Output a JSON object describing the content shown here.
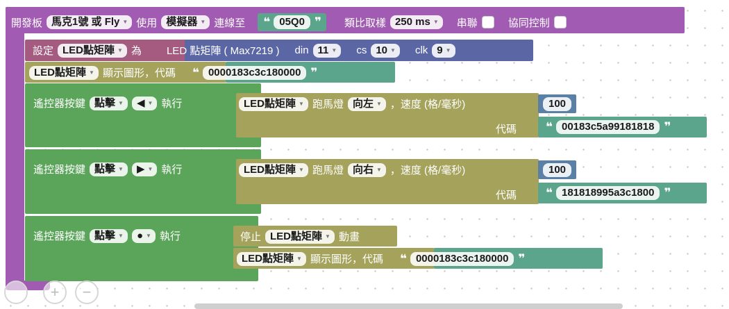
{
  "top": {
    "label_board": "開發板",
    "board": "馬克1號 或 Fly",
    "label_use": "使用",
    "mode": "模擬器",
    "label_connect": "連線至",
    "device_id": "05Q0",
    "label_sampling": "類比取樣",
    "sampling": "250 ms",
    "label_serial": "串聯",
    "label_sync": "協同控制"
  },
  "set_block": {
    "label_set": "設定",
    "var": "LED點矩陣",
    "label_as": "為",
    "constructor": "LED 點矩陣 ( Max7219 )",
    "label_din": "din",
    "din": "11",
    "label_cs": "cs",
    "cs": "10",
    "label_clk": "clk",
    "clk": "9"
  },
  "display_block": {
    "var": "LED點矩陣",
    "label": "顯示圖形，代碼",
    "code": "0000183c3c180000"
  },
  "remote_blocks": [
    {
      "label": "遙控器按鍵",
      "event": "點擊",
      "key": "◀",
      "label_exec": "執行",
      "var": "LED點矩陣",
      "label_marquee": "跑馬燈",
      "direction": "向左",
      "label_speed": "，速度 (格/毫秒)",
      "speed": "100",
      "label_code": "代碼",
      "code": "00183c5a99181818"
    },
    {
      "label": "遙控器按鍵",
      "event": "點擊",
      "key": "▶",
      "label_exec": "執行",
      "var": "LED點矩陣",
      "label_marquee": "跑馬燈",
      "direction": "向右",
      "label_speed": "，速度 (格/毫秒)",
      "speed": "100",
      "label_code": "代碼",
      "code": "181818995a3c1800"
    },
    {
      "label": "遙控器按鍵",
      "event": "點擊",
      "key": "●",
      "label_exec": "執行",
      "label_stop": "停止",
      "var": "LED點矩陣",
      "label_anim": "動畫",
      "display_var": "LED點矩陣",
      "display_label": "顯示圖形，代碼",
      "code": "0000183c3c180000"
    }
  ],
  "icons": {
    "dropdown": "▼",
    "quote_open": "❝",
    "quote_close": "❞",
    "zoom_in": "+",
    "zoom_out": "−"
  },
  "colors": {
    "board": "#a15bb2",
    "set": "#a55b80",
    "constructor": "#5b67a5",
    "led": "#a5a35b",
    "event": "#5ba55b",
    "text": "#5ba58c",
    "number": "#5b80a5"
  }
}
